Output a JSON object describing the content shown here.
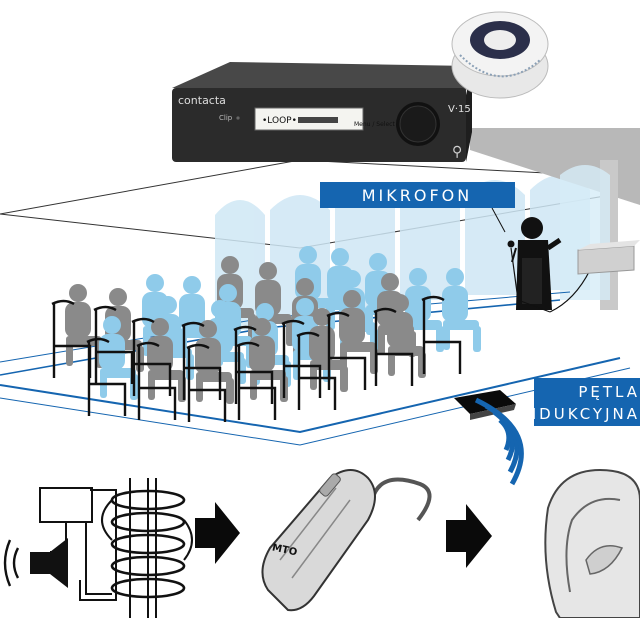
{
  "device": {
    "brand": "contacta",
    "clip_label": "Clip",
    "display_text": "•LOOP•",
    "menu_label": "Menu / Select",
    "model": "V·15"
  },
  "labels": {
    "microphone": "MIKROFON",
    "loop_line1": "PĘTLA",
    "loop_line2": "INDUKCYJNA"
  },
  "hearing_aid": {
    "switch_label": "MTO"
  },
  "colors": {
    "accent_blue": "#1565b0",
    "light_blue": "#a8d4ec",
    "audience_blue": "#8fcbea",
    "audience_gray": "#8a8a8a",
    "device_body": "#2b2b2b"
  }
}
